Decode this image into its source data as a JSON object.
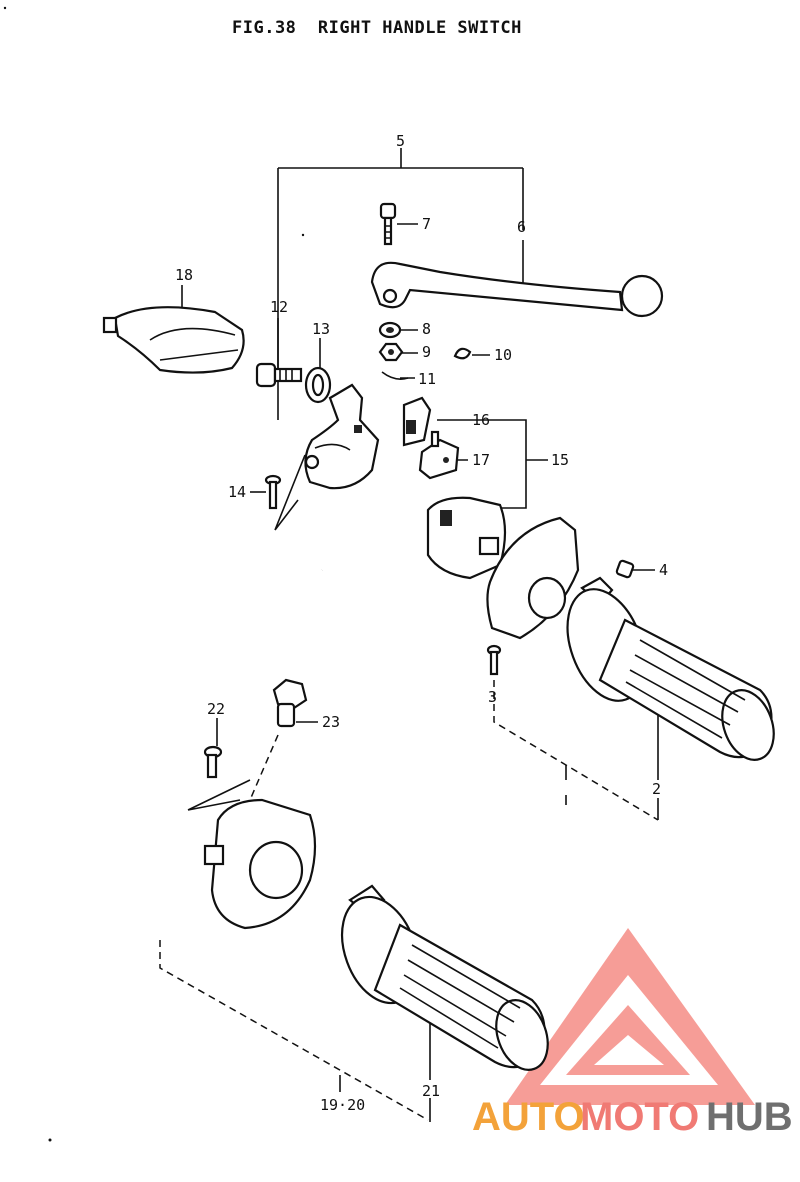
{
  "figure": {
    "title": "FIG.38  RIGHT HANDLE SWITCH"
  },
  "callouts": {
    "c1": "2",
    "c2": "3",
    "c3": "4",
    "c4": "5",
    "c5": "6",
    "c6": "7",
    "c7": "8",
    "c8": "9",
    "c9": "10",
    "c10": "11",
    "c11": "12",
    "c12": "13",
    "c13": "14",
    "c14": "15",
    "c15": "16",
    "c16": "17",
    "c17": "18",
    "c18": "19·20",
    "c19": "21",
    "c20": "22",
    "c21": "23"
  },
  "watermark": {
    "part1": "AUTO",
    "part2": "MOTO",
    "part3": "HUB",
    "colors": {
      "orange": "#f3a23a",
      "red": "#f07a74",
      "grey": "#6f6f6f"
    }
  }
}
